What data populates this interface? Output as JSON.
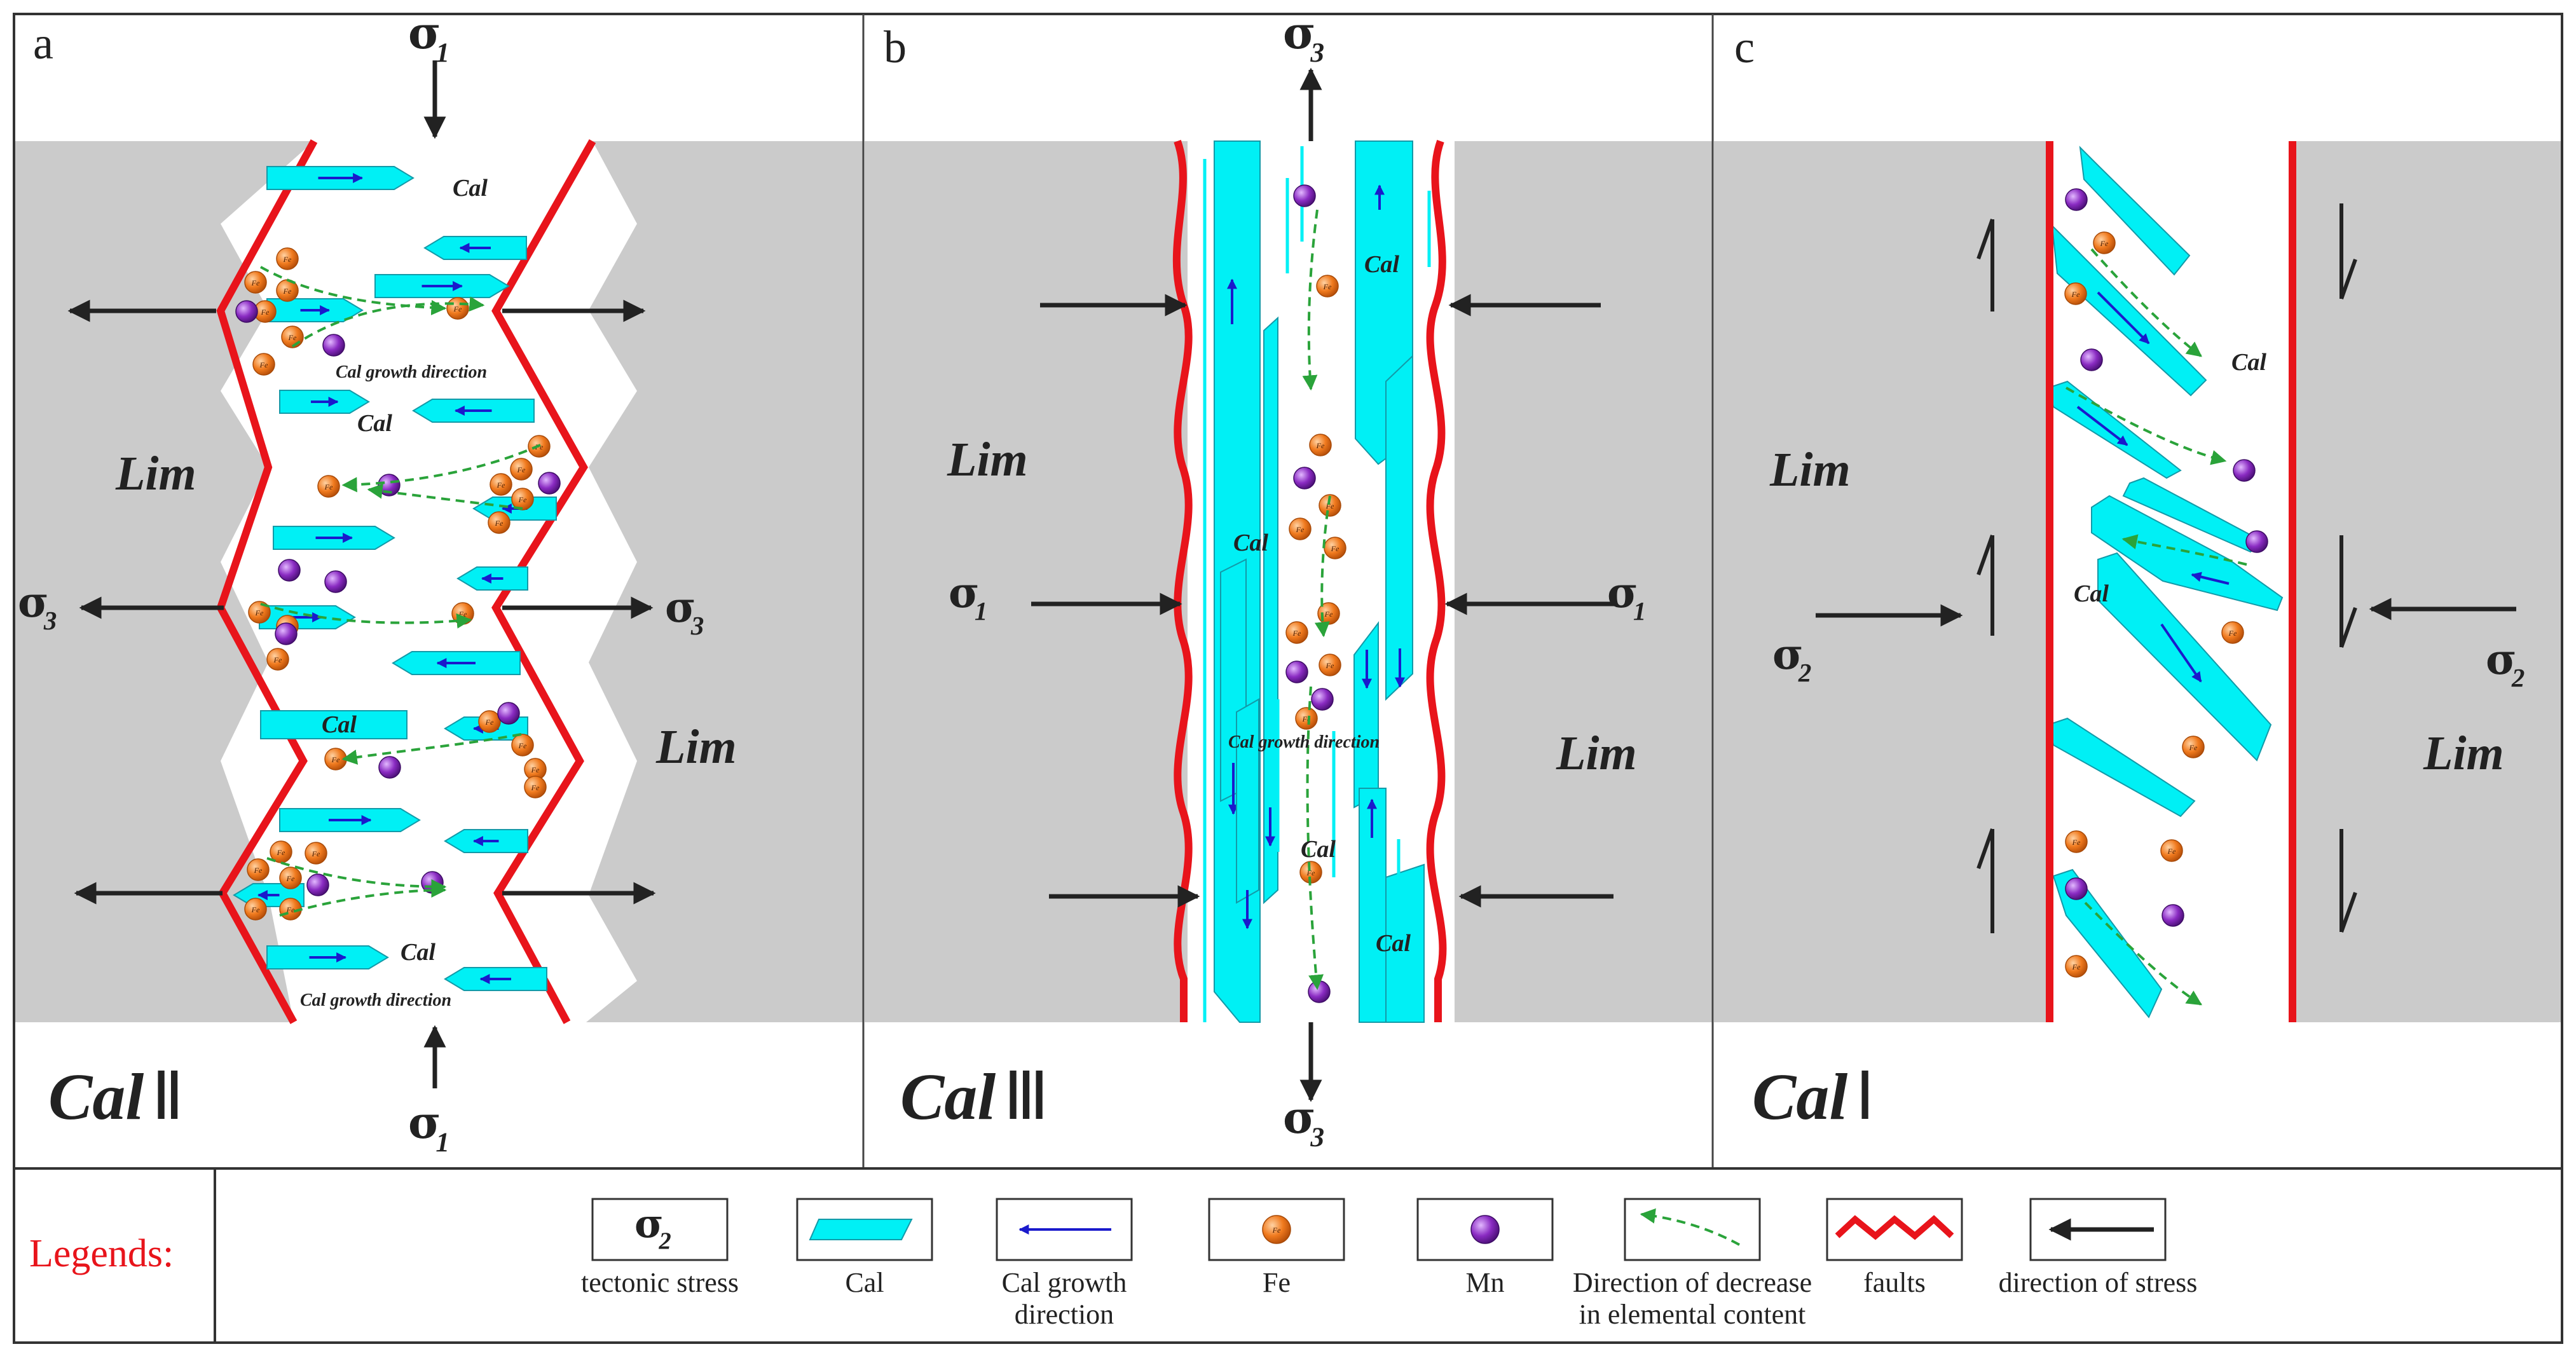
{
  "panels": [
    {
      "letter": "a",
      "caption_main": "Cal",
      "caption_numeral": "Ⅱ",
      "lim_labels": [
        "Lim",
        "Lim"
      ],
      "cal_labels": [
        "Cal",
        "Cal",
        "Cal",
        "Cal"
      ],
      "growth_labels": [
        "Cal growth direction",
        "Cal growth direction"
      ],
      "stress_labels": [
        {
          "sym": "σ",
          "sub": "1"
        },
        {
          "sym": "σ",
          "sub": "3"
        },
        {
          "sym": "σ",
          "sub": "3"
        },
        {
          "sym": "σ",
          "sub": "1"
        }
      ]
    },
    {
      "letter": "b",
      "caption_main": "Cal",
      "caption_numeral": "Ⅲ",
      "lim_labels": [
        "Lim",
        "Lim"
      ],
      "cal_labels": [
        "Cal",
        "Cal",
        "Cal",
        "Cal"
      ],
      "growth_labels": [
        "Cal growth direction"
      ],
      "stress_labels": [
        {
          "sym": "σ",
          "sub": "3"
        },
        {
          "sym": "σ",
          "sub": "1"
        },
        {
          "sym": "σ",
          "sub": "1"
        },
        {
          "sym": "σ",
          "sub": "3"
        }
      ]
    },
    {
      "letter": "c",
      "caption_main": "Cal",
      "caption_numeral": "Ⅰ",
      "lim_labels": [
        "Lim",
        "Lim"
      ],
      "cal_labels": [
        "Cal",
        "Cal"
      ],
      "stress_labels": [
        {
          "sym": "σ",
          "sub": "2"
        },
        {
          "sym": "σ",
          "sub": "2"
        }
      ]
    }
  ],
  "particle_labels": {
    "fe": "Fe",
    "mn": "Mn"
  },
  "legend": {
    "title": "Legends:",
    "symbol": {
      "sym": "σ",
      "sub": "2"
    },
    "items": [
      {
        "label_lines": [
          "tectonic stress"
        ]
      },
      {
        "label_lines": [
          "Cal"
        ]
      },
      {
        "label_lines": [
          "Cal growth",
          "direction"
        ]
      },
      {
        "label_lines": [
          "Fe"
        ]
      },
      {
        "label_lines": [
          "Mn"
        ]
      },
      {
        "label_lines": [
          "Direction of decrease",
          "in elemental content"
        ]
      },
      {
        "label_lines": [
          "faults"
        ]
      },
      {
        "label_lines": [
          "direction of stress"
        ]
      }
    ]
  },
  "colors": {
    "fault": "#e8141b",
    "calcite": "#00f0f5",
    "growth_arrow": "#1a1acc",
    "fe": "#f07a1e",
    "mn": "#8a2bc2",
    "decrease_arrow": "#2aa33a",
    "host_rock": "#cbcbcb",
    "legend_title": "#e8141b"
  }
}
